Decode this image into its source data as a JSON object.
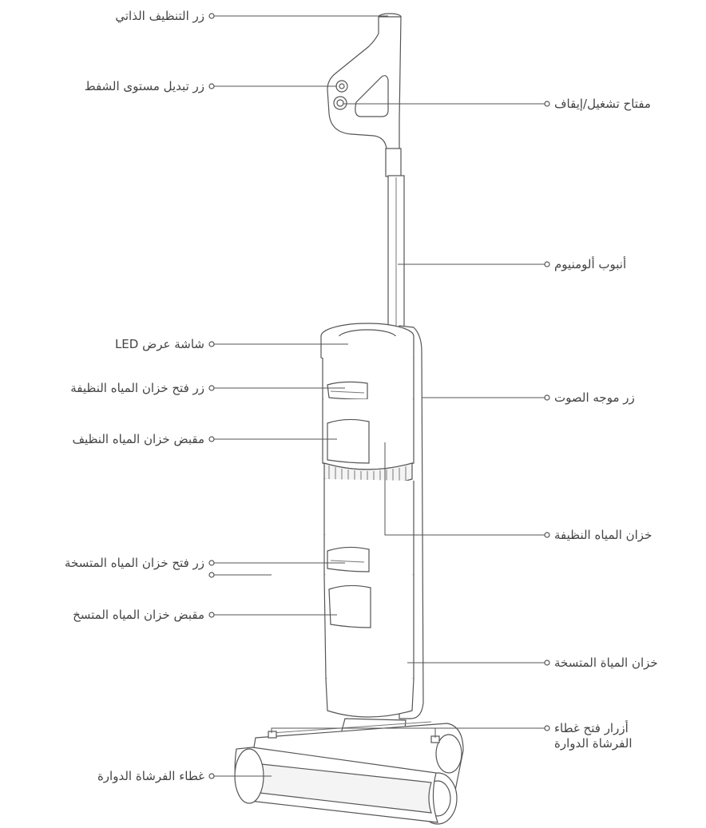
{
  "labels": {
    "self_clean_button": "زر التنظيف الذاتي",
    "suction_switch_button": "زر تبديل مستوى الشفط",
    "power_switch": "مفتاح تشغيل/إيقاف",
    "aluminum_tube": "أنبوب ألومنيوم",
    "led_display": "شاشة عرض LED",
    "clean_tank_release": "زر فتح خزان المياه النظيفة",
    "voice_button": "زر موجه الصوت",
    "clean_tank_handle": "مقبض خزان المياه النظيف",
    "clean_water_tank": "خزان المياه النظيفة",
    "dirty_tank_release": "زر فتح خزان المياه المتسخة",
    "dirty_tank_handle": "مقبض خزان المياه المتسخ",
    "dirty_water_tank": "خزان المياة المتسخة",
    "brush_cover_buttons_line1": "أزرار فتح غطاء",
    "brush_cover_buttons_line2": "الفرشاة الدوارة",
    "brush_cover": "غطاء الفرشاة الدوارة"
  }
}
